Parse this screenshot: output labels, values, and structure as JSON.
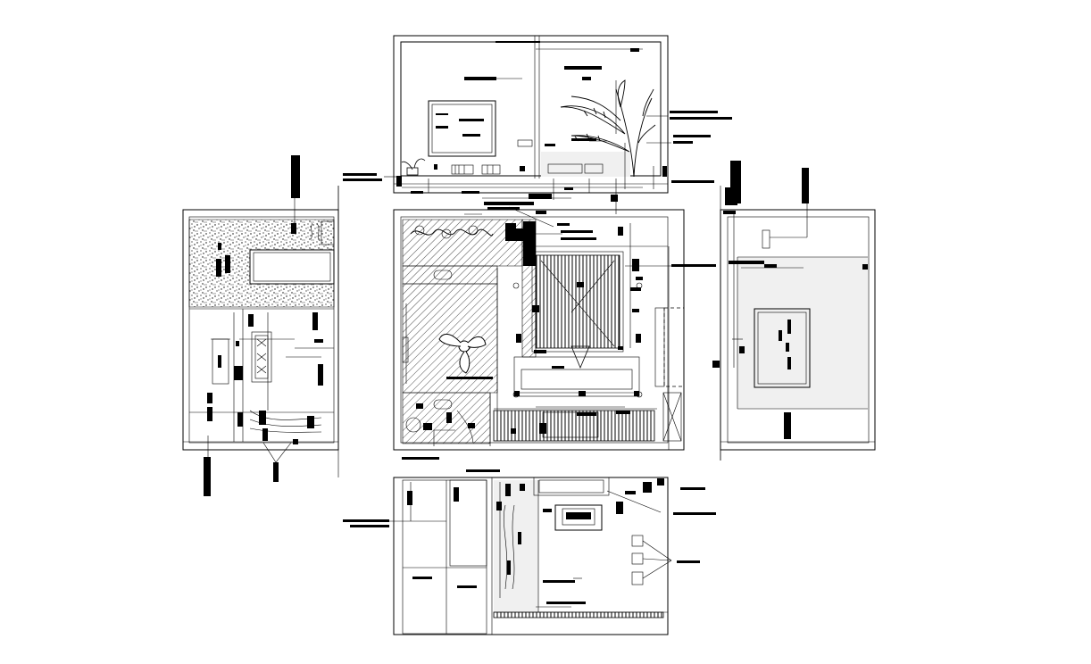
{
  "drawing": {
    "type": "interior elevation and floor plan sheet",
    "views": [
      "plan",
      "elevation-top",
      "elevation-left",
      "elevation-right",
      "elevation-bottom"
    ],
    "annotation_text_legible": false,
    "colors": {
      "line": "#000000",
      "background": "#ffffff",
      "wall_shade": "#f0f0f0"
    }
  }
}
